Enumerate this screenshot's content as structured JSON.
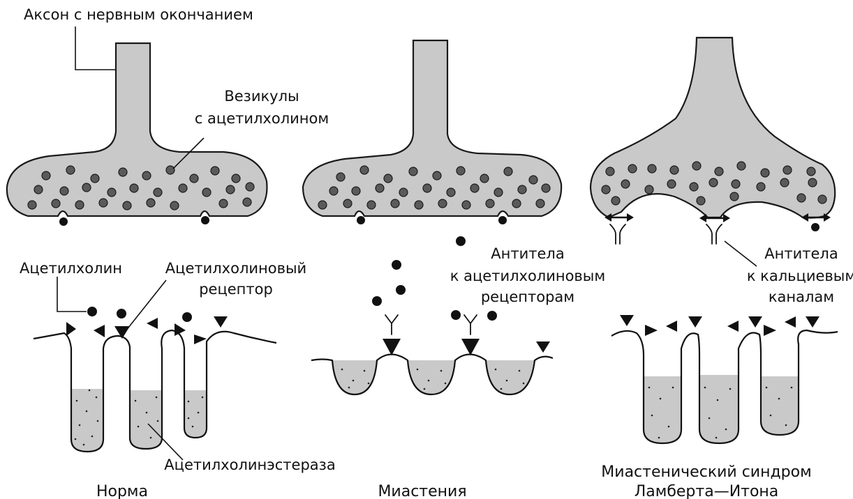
{
  "labels": {
    "axon": "Аксон с нервным окончанием",
    "vesicles_line1": "Везикулы",
    "vesicles_line2": "с ацетилхолином",
    "acetylcholine": "Ацетилхолин",
    "receptor_line1": "Ацетилхолиновый",
    "receptor_line2": "рецептор",
    "esterase": "Ацетилхолинэстераза",
    "ab_receptor_line1": "Антитела",
    "ab_receptor_line2": "к ацетилхолиновым",
    "ab_receptor_line3": "рецепторам",
    "ab_channel_line1": "Антитела",
    "ab_channel_line2": "к кальциевым",
    "ab_channel_line3": "каналам"
  },
  "captions": {
    "normal": "Норма",
    "myasthenia": "Миастения",
    "lems_line1": "Миастенический синдром",
    "lems_line2": "Ламберта—Итона"
  },
  "colors": {
    "terminal_fill": "#c9c9c9",
    "outline": "#1a1a1a",
    "vesicle": "#5a5a5a"
  }
}
